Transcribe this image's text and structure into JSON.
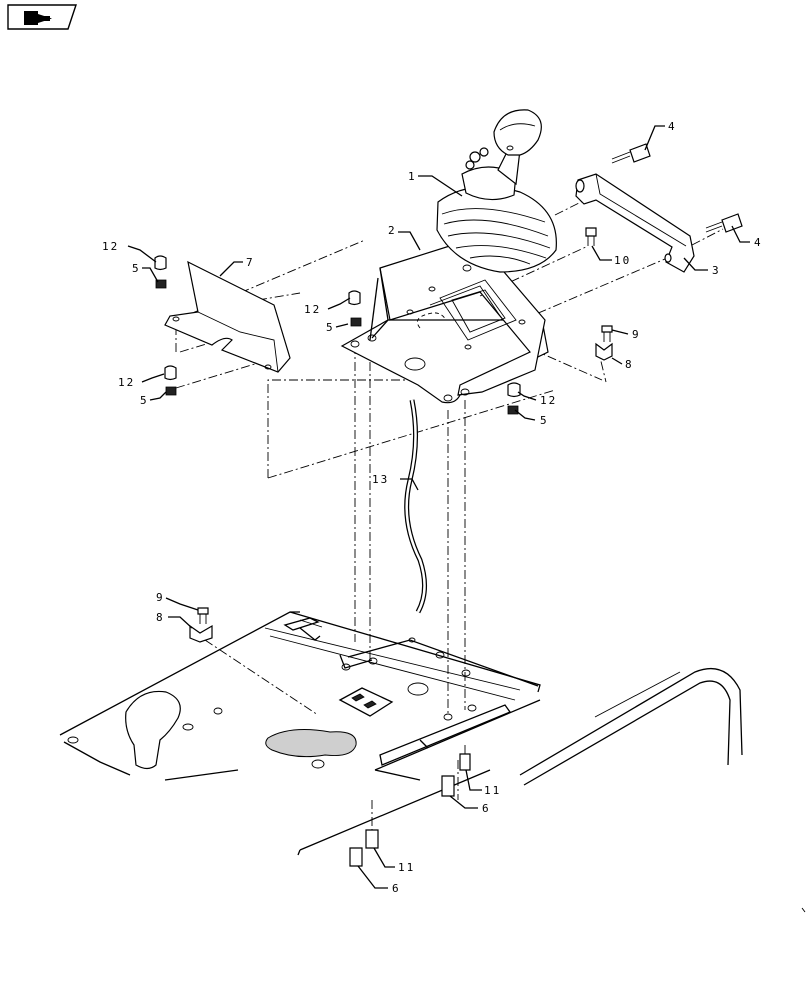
{
  "nav_icon": "prev-page-arrow-icon",
  "callouts": [
    {
      "id": "c1",
      "text": "1"
    },
    {
      "id": "c2",
      "text": "2"
    },
    {
      "id": "c3",
      "text": "3"
    },
    {
      "id": "c4a",
      "text": "4"
    },
    {
      "id": "c4b",
      "text": "4"
    },
    {
      "id": "c5a",
      "text": "5"
    },
    {
      "id": "c5b",
      "text": "5"
    },
    {
      "id": "c5c",
      "text": "5"
    },
    {
      "id": "c5d",
      "text": "5"
    },
    {
      "id": "c6a",
      "text": "6"
    },
    {
      "id": "c6b",
      "text": "6"
    },
    {
      "id": "c7",
      "text": "7"
    },
    {
      "id": "c8a",
      "text": "8"
    },
    {
      "id": "c8b",
      "text": "8"
    },
    {
      "id": "c9a",
      "text": "9"
    },
    {
      "id": "c9b",
      "text": "9"
    },
    {
      "id": "c10",
      "text": "10"
    },
    {
      "id": "c11a",
      "text": "11"
    },
    {
      "id": "c11b",
      "text": "11"
    },
    {
      "id": "c12a",
      "text": "12"
    },
    {
      "id": "c12b",
      "text": "12"
    },
    {
      "id": "c12c",
      "text": "12"
    },
    {
      "id": "c12d",
      "text": "12"
    },
    {
      "id": "c13",
      "text": "13"
    }
  ]
}
